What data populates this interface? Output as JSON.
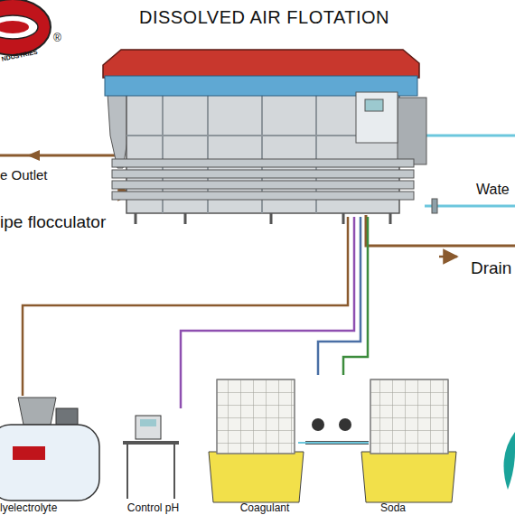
{
  "diagram": {
    "nodes": [
      {
        "text": [
          "DISSOLVED AIR FLOTATION"
        ]
      },
      {
        "text": [
          "lyelectrolyte"
        ]
      },
      {
        "text": [
          "Control pH"
        ]
      },
      {
        "text": [
          "Coagulant"
        ]
      },
      {
        "text": [
          "Soda"
        ]
      }
    ],
    "edges": [
      {
        "from": 1,
        "to": 0,
        "arrow": "none"
      },
      {
        "from": 2,
        "to": 0,
        "arrow": "none"
      },
      {
        "from": 3,
        "to": 0,
        "arrow": "none"
      },
      {
        "from": 4,
        "to": 0,
        "arrow": "none"
      }
    ],
    "labels": [
      "®",
      "NDUSTRIES",
      "e Outlet",
      "ipe flocculator",
      "Wate",
      "Drain"
    ]
  }
}
